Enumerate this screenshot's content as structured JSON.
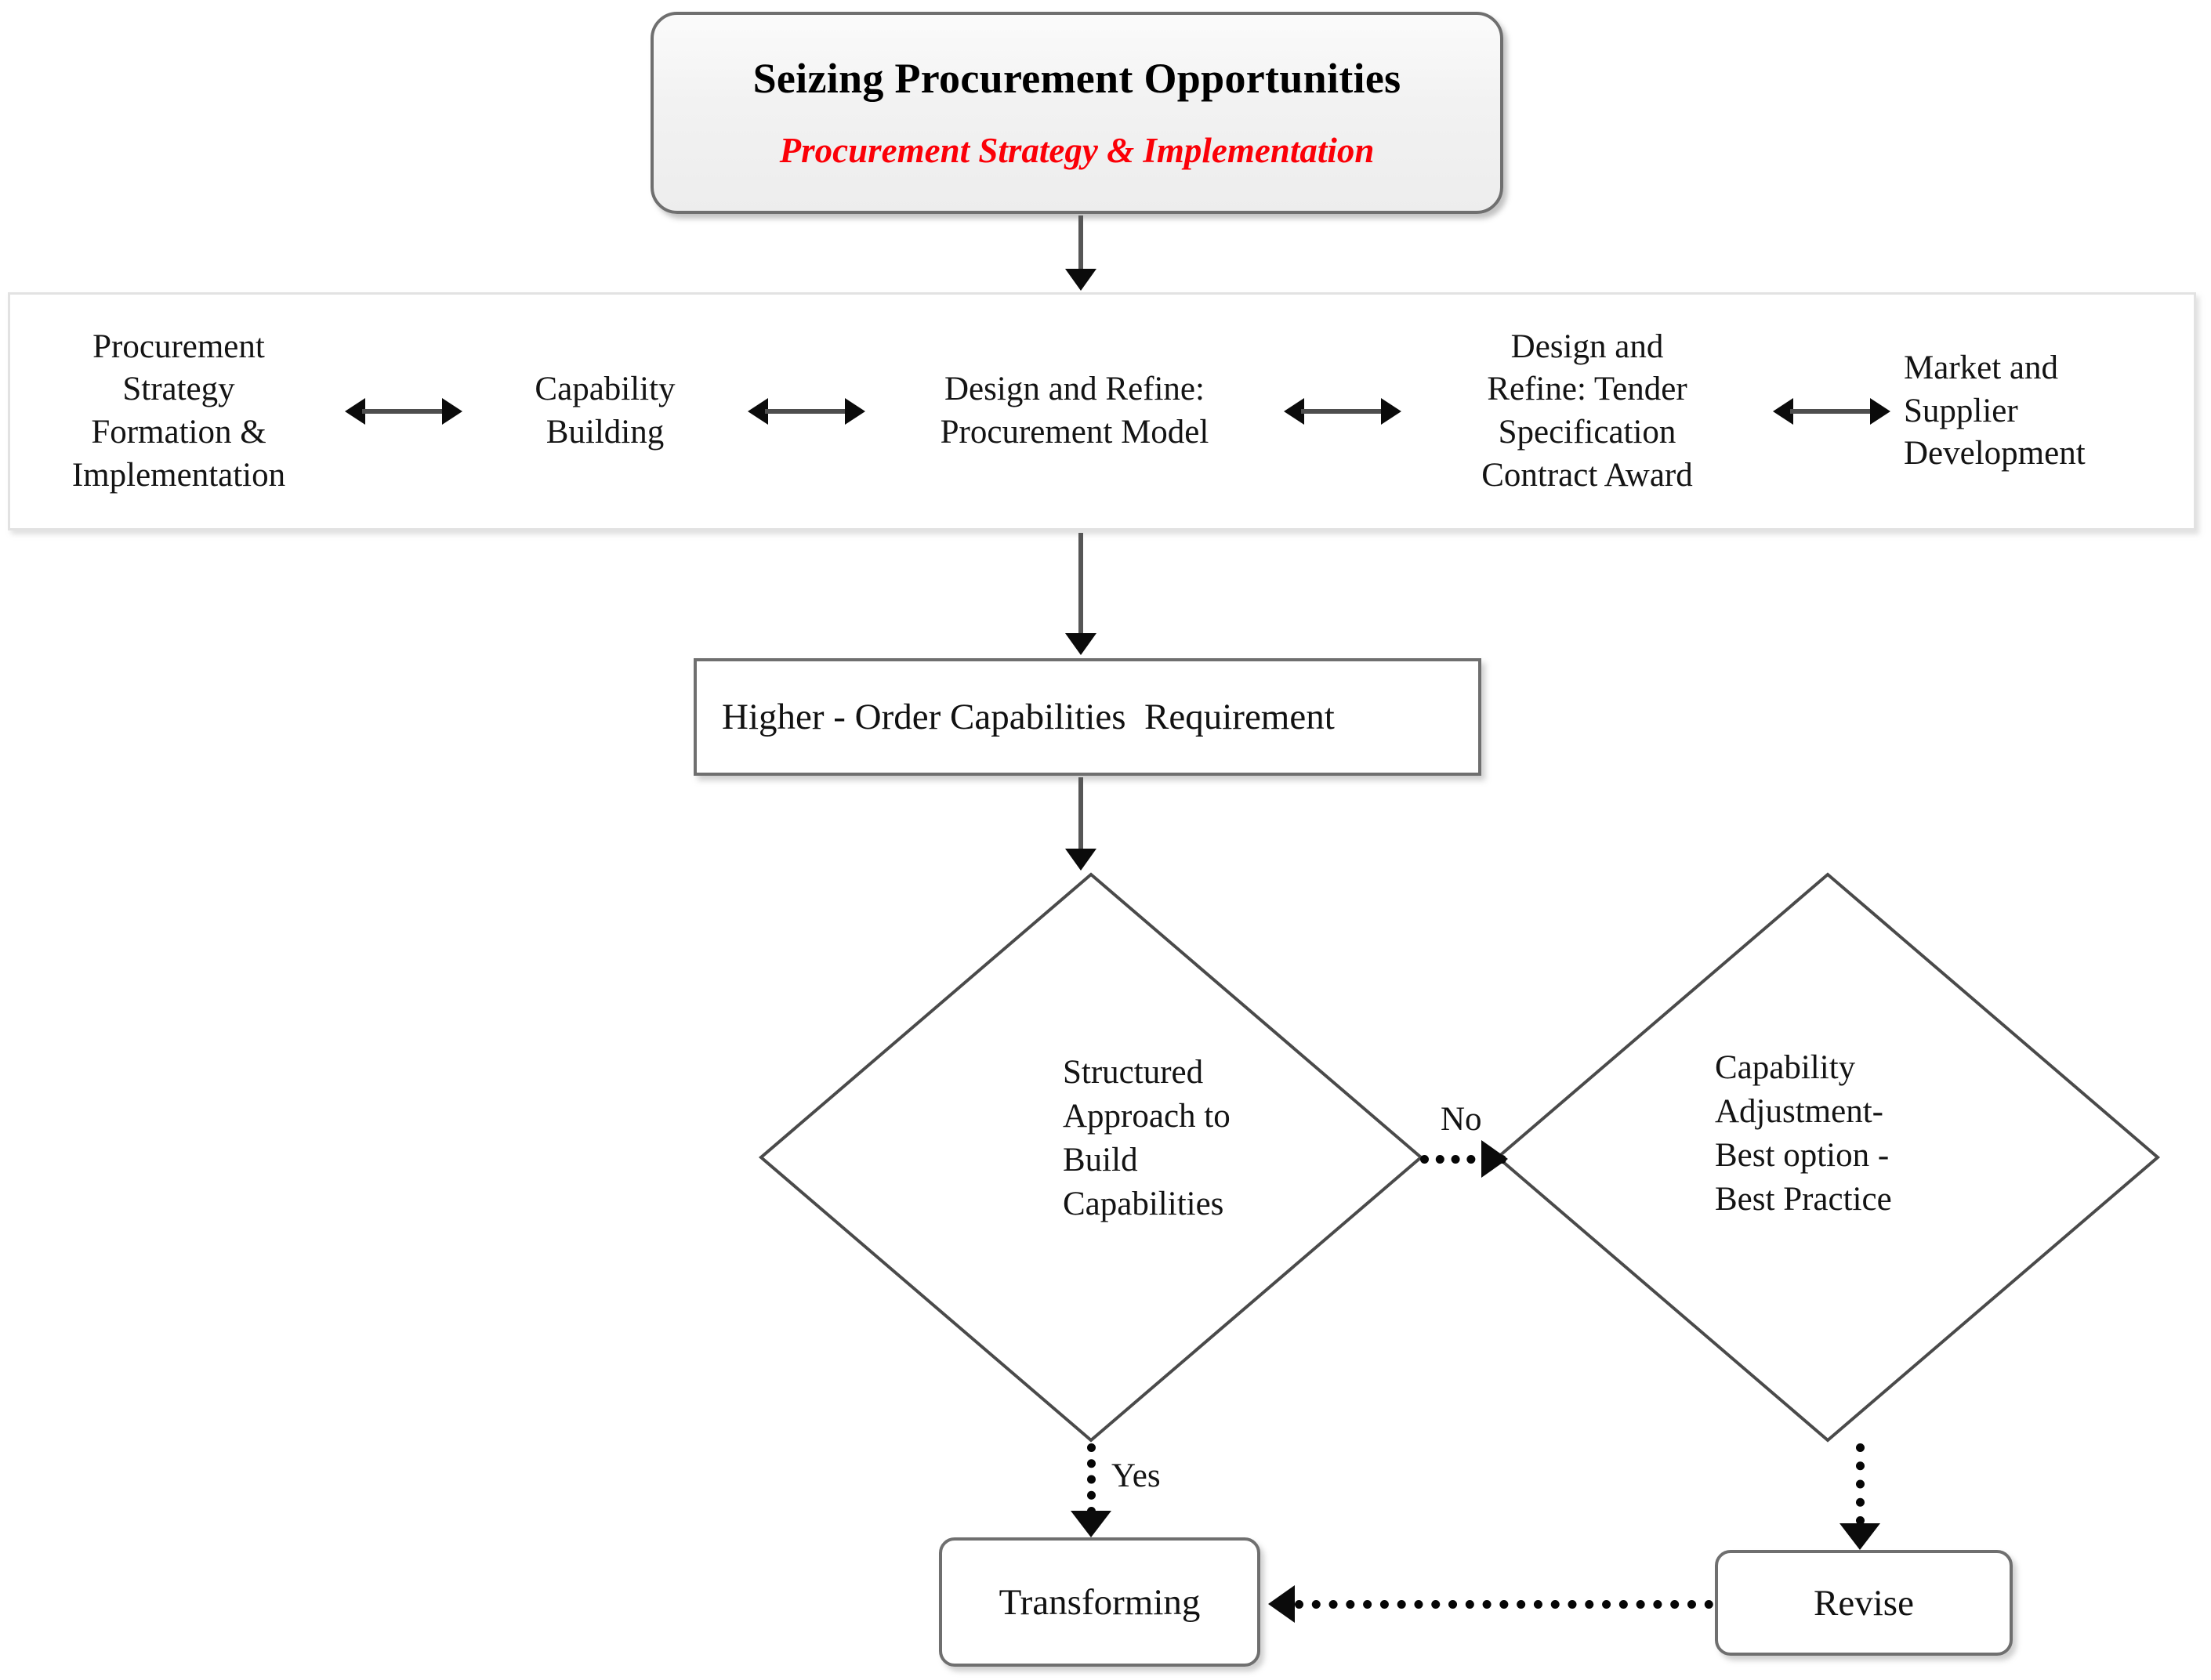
{
  "title": {
    "main": "Seizing Procurement Opportunities",
    "subtitle": "Procurement Strategy & Implementation",
    "subtitle_color": "#fb0007"
  },
  "process_band": {
    "steps": [
      {
        "label": "Procurement\nStrategy\nFormation &\nImplementation"
      },
      {
        "label": "Capability\nBuilding"
      },
      {
        "label": "Design and Refine:\nProcurement Model"
      },
      {
        "label": "Design and\nRefine: Tender\nSpecification\nContract Award"
      },
      {
        "label": "Market and\nSupplier\nDevelopment"
      }
    ],
    "connector_type": "double-headed-arrow"
  },
  "requirement": {
    "label": "Higher - Order Capabilities  Requirement"
  },
  "decisions": [
    {
      "id": "structured-approach",
      "label": "Structured\nApproach to\nBuild\nCapabilities"
    },
    {
      "id": "capability-adjustment",
      "label": "Capability\nAdjustment-\nBest option -\nBest Practice"
    }
  ],
  "edge_labels": {
    "no": "No",
    "yes": "Yes"
  },
  "terminals": [
    {
      "id": "transforming",
      "label": "Transforming"
    },
    {
      "id": "revise",
      "label": "Revise"
    }
  ],
  "colors": {
    "text": "#111111",
    "accent_red": "#fb0007",
    "border_gray": "#6f6f6f",
    "band_border": "#e2e2e2",
    "arrow": "#0b0b0b"
  }
}
